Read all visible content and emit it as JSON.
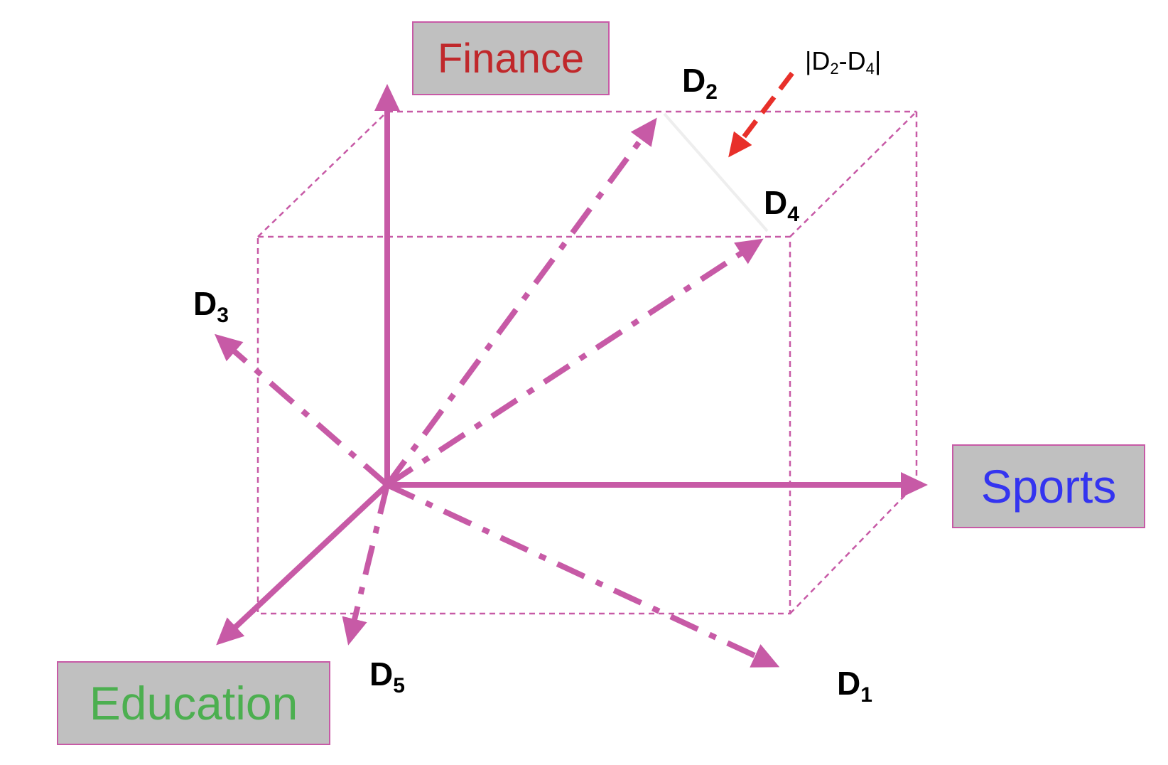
{
  "axes": {
    "finance": {
      "label": "Finance",
      "color": "#c0282b"
    },
    "sports": {
      "label": "Sports",
      "color": "#3434f0"
    },
    "education": {
      "label": "Education",
      "color": "#4caf50"
    }
  },
  "documents": [
    {
      "base": "D",
      "sub": "1"
    },
    {
      "base": "D",
      "sub": "2"
    },
    {
      "base": "D",
      "sub": "3"
    },
    {
      "base": "D",
      "sub": "4"
    },
    {
      "base": "D",
      "sub": "5"
    }
  ],
  "distance_label": {
    "open": "|D",
    "sub_a": "2",
    "mid": "-D",
    "sub_b": "4",
    "close": "|"
  },
  "colors": {
    "vector": "#c75aa6",
    "distance_arrow": "#e8302a",
    "box_fill": "#c0c0c0"
  }
}
